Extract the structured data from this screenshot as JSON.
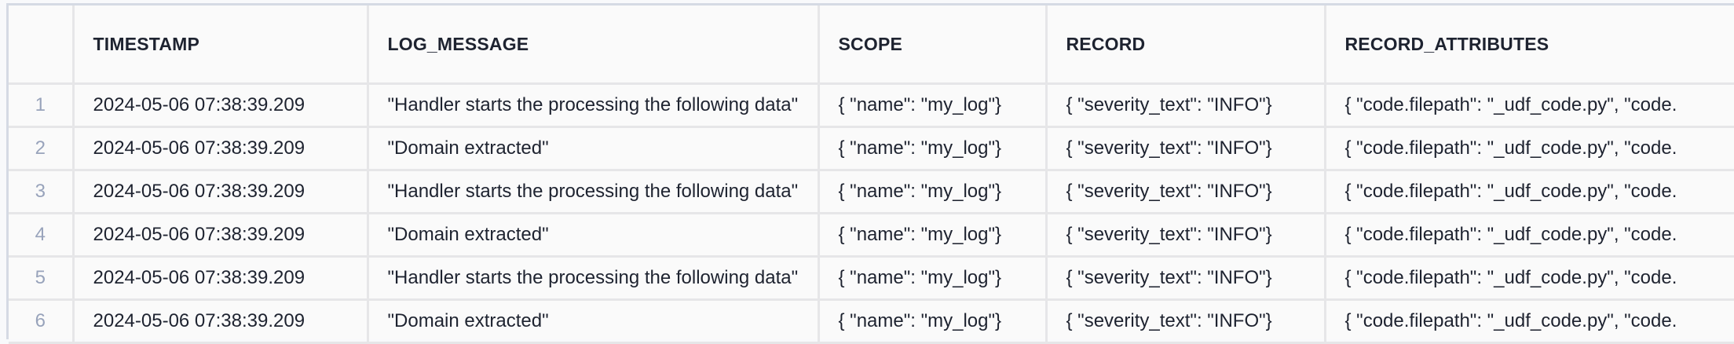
{
  "table": {
    "columns": [
      "",
      "TIMESTAMP",
      "LOG_MESSAGE",
      "SCOPE",
      "RECORD",
      "RECORD_ATTRIBUTES"
    ],
    "rows": [
      {
        "index": "1",
        "timestamp": "2024-05-06 07:38:39.209",
        "log_message": "\"Handler starts the processing the following data\"",
        "scope": "{  \"name\": \"my_log\"}",
        "record": "{  \"severity_text\": \"INFO\"}",
        "record_attributes": "{  \"code.filepath\": \"_udf_code.py\",  \"code."
      },
      {
        "index": "2",
        "timestamp": "2024-05-06 07:38:39.209",
        "log_message": "\"Domain extracted\"",
        "scope": "{  \"name\": \"my_log\"}",
        "record": "{  \"severity_text\": \"INFO\"}",
        "record_attributes": "{  \"code.filepath\": \"_udf_code.py\",  \"code."
      },
      {
        "index": "3",
        "timestamp": "2024-05-06 07:38:39.209",
        "log_message": "\"Handler starts the processing the following data\"",
        "scope": "{  \"name\": \"my_log\"}",
        "record": "{  \"severity_text\": \"INFO\"}",
        "record_attributes": "{  \"code.filepath\": \"_udf_code.py\",  \"code."
      },
      {
        "index": "4",
        "timestamp": "2024-05-06 07:38:39.209",
        "log_message": "\"Domain extracted\"",
        "scope": "{  \"name\": \"my_log\"}",
        "record": "{  \"severity_text\": \"INFO\"}",
        "record_attributes": "{  \"code.filepath\": \"_udf_code.py\",  \"code."
      },
      {
        "index": "5",
        "timestamp": "2024-05-06 07:38:39.209",
        "log_message": "\"Handler starts the processing the following data\"",
        "scope": "{  \"name\": \"my_log\"}",
        "record": "{  \"severity_text\": \"INFO\"}",
        "record_attributes": "{  \"code.filepath\": \"_udf_code.py\",  \"code."
      },
      {
        "index": "6",
        "timestamp": "2024-05-06 07:38:39.209",
        "log_message": "\"Domain extracted\"",
        "scope": "{  \"name\": \"my_log\"}",
        "record": "{  \"severity_text\": \"INFO\"}",
        "record_attributes": "{  \"code.filepath\": \"_udf_code.py\",  \"code."
      }
    ]
  },
  "colors": {
    "background": "#fafafa",
    "grid_line": "#e6e6e8",
    "outer_border": "#d5dae4",
    "text": "#1e2330",
    "row_index": "#98a3bb"
  }
}
